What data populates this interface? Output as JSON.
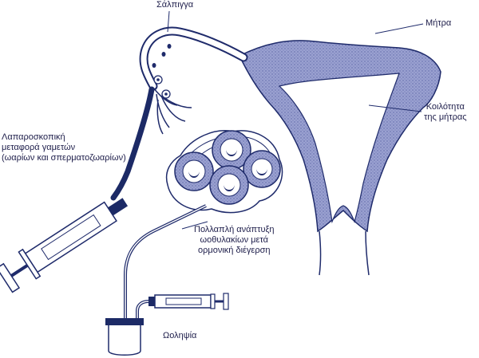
{
  "labels": {
    "fallopian_tube": "Σάλπιγγα",
    "uterus": "Μήτρα",
    "uterine_cavity": [
      "Κοιλότητα",
      "της μήτρας"
    ],
    "gift_transfer": [
      "Λαπαροσκοπική",
      "μεταφορά γαμετών",
      "(ωαρίων και σπερματοζωαρίων)"
    ],
    "follicle_development": [
      "Πολλαπλή ανάπτυξη",
      "ωοθυλακίων μετά",
      "ορμονική διέγερση"
    ],
    "test_tube": "Ωοληψία"
  },
  "colors": {
    "tissue_fill": "#8f96c9",
    "outline": "#1f2b6b",
    "catheter": "#1c2a66",
    "follicle_ring": "#2b3a88"
  }
}
